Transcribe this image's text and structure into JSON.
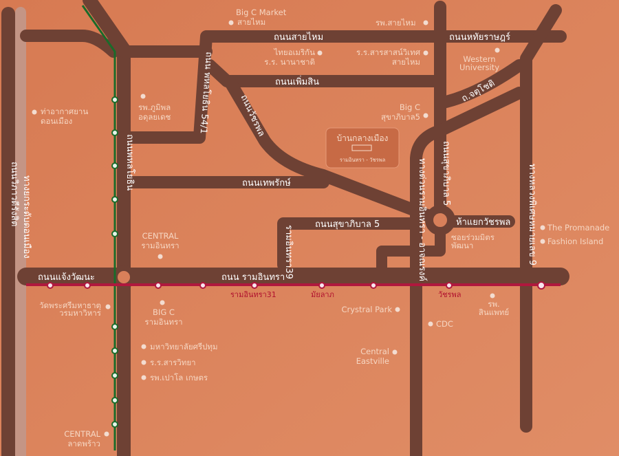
{
  "colors": {
    "background": "#d9805a",
    "road": "#6e4134",
    "green_line": "#1a6b2a",
    "pink_line": "#b0183e",
    "poi_text": "#f6d6c2"
  },
  "roads": {
    "phahon": "ถนนพหลโยธิน",
    "phahon54": "ถนน พหลโยธิน 54/1",
    "saimai": "ถนนสายไหม",
    "hathai": "ถนนหทัยราษฎร์",
    "phermsin": "ถนนเพิ่มสิน",
    "watcharapol": "ถนนวัชรพล",
    "thepharak": "ถนนเทพรักษ์",
    "chatuchot": "ถ.จตุโชติ",
    "sukhapiban5_v": "ถนนสุขาภิบาล 5",
    "sukhapiban5_h": "ถนนสุขาภิบาล 5",
    "ramintra39": "รามอินทรา39",
    "ramintra_atnarong": "ทางด่วนรามอินทรา - อาจณรงค์",
    "motorway9": "ทางหลวงพิเศษหมายเลข 9",
    "ramintra": "ถนน รามอินทรา",
    "chaengwattana": "ถนนแจ้งวัฒนะ",
    "vibhavadi": "ถนนวิภาวดีรังสิต",
    "tollway": "ทางยกระดับดอนเมือง",
    "hayaek": "ห้าแยกวัชรพล"
  },
  "pois": [
    {
      "line1": "Big C Market",
      "line2": "สายไหม"
    },
    {
      "line1": "รพ.สายไหม",
      "line2": ""
    },
    {
      "line1": "ไทยอเมริกัน",
      "line2": "ร.ร. นานาชาติ"
    },
    {
      "line1": "ร.ร.สารสาสน์วิเทศ",
      "line2": "สายไหม"
    },
    {
      "line1": "Western",
      "line2": "University"
    },
    {
      "line1": "รพ.ภูมิพล",
      "line2": "อดุลยเดช"
    },
    {
      "line1": "ท่าอากาศยาน",
      "line2": "ดอนเมือง"
    },
    {
      "line1": "Big C",
      "line2": "สุขาภิบาล5"
    },
    {
      "line1": "CENTRAL",
      "line2": "รามอินทรา"
    },
    {
      "line1": "ซอยร่วมมิตร",
      "line2": "พัฒนา"
    },
    {
      "line1": "The Promanade",
      "line2": ""
    },
    {
      "line1": "Fashion Island",
      "line2": ""
    },
    {
      "line1": "วัดพระศรีมหาธาตุ",
      "line2": "วรมหาวิหาร"
    },
    {
      "line1": "BIG C",
      "line2": "รามอินทรา"
    },
    {
      "line1": "Crystral Park",
      "line2": ""
    },
    {
      "line1": "รพ.",
      "line2": "สินแพทย์"
    },
    {
      "line1": "CDC",
      "line2": ""
    },
    {
      "line1": "Central",
      "line2": "Eastville"
    },
    {
      "line1": "มหาวิทยาลัยศรีปทุม",
      "line2": ""
    },
    {
      "line1": "ร.ร.สารวิทยา",
      "line2": ""
    },
    {
      "line1": "รพ.เปาโล เกษตร",
      "line2": ""
    },
    {
      "line1": "CENTRAL",
      "line2": "ลาดพร้าว"
    }
  ],
  "stations": {
    "ramintra31": "รามอินทรา31",
    "mayalap": "มัยลาภ",
    "watcharapol": "วัชรพล"
  },
  "project": {
    "name": "บ้านกลางเมือง",
    "sub": "รามอินทรา - วัชรพล"
  }
}
